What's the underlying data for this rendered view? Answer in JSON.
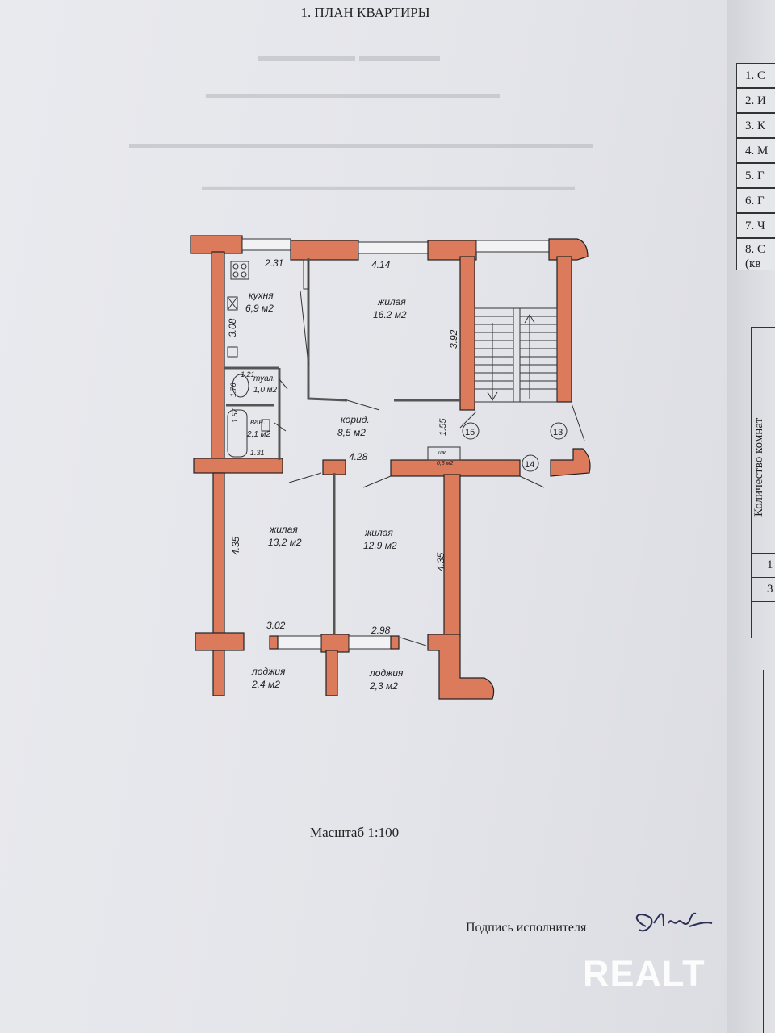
{
  "document": {
    "title": "1. ПЛАН КВАРТИРЫ",
    "scale": "Масштаб 1:100",
    "signature_label": "Подпись исполнителя",
    "watermark": "REALT"
  },
  "plan": {
    "rooms": [
      {
        "name": "кухня",
        "area": "6,9 м2"
      },
      {
        "name": "жилая",
        "area": "16.2 м2"
      },
      {
        "name": "туал.",
        "area": "1,0 м2"
      },
      {
        "name": "ван.",
        "area": "2,1 м2"
      },
      {
        "name": "корид.",
        "area": "8,5 м2"
      },
      {
        "name": "жилая",
        "area": "13,2 м2"
      },
      {
        "name": "жилая",
        "area": "12.9 м2"
      },
      {
        "name": "лоджия",
        "area": "2,4 м2"
      },
      {
        "name": "лоджия",
        "area": "2,3 м2"
      },
      {
        "name": "шк",
        "area": "0,3 м2"
      }
    ],
    "dimensions": [
      "2.31",
      "4.14",
      "3.08",
      "3.92",
      "1.21",
      "1.76",
      "1.57",
      "1.31",
      "1.55",
      "4.28",
      "4.35",
      "4.35",
      "3.02",
      "2.98"
    ],
    "markers": [
      "15",
      "13",
      "14"
    ]
  },
  "side_table": {
    "rows": [
      "1. С",
      "2. И",
      "3. К",
      "4. М",
      "5. Г",
      "6. Г",
      "7. Ч",
      "8. С"
    ],
    "row8_extra": "(кв",
    "vertical_header": "Количество комнат",
    "cells": [
      "1",
      "3"
    ]
  },
  "colors": {
    "wall": "#dc7a5c",
    "wall_stroke": "#222222",
    "paper": "#e6e7eb"
  }
}
